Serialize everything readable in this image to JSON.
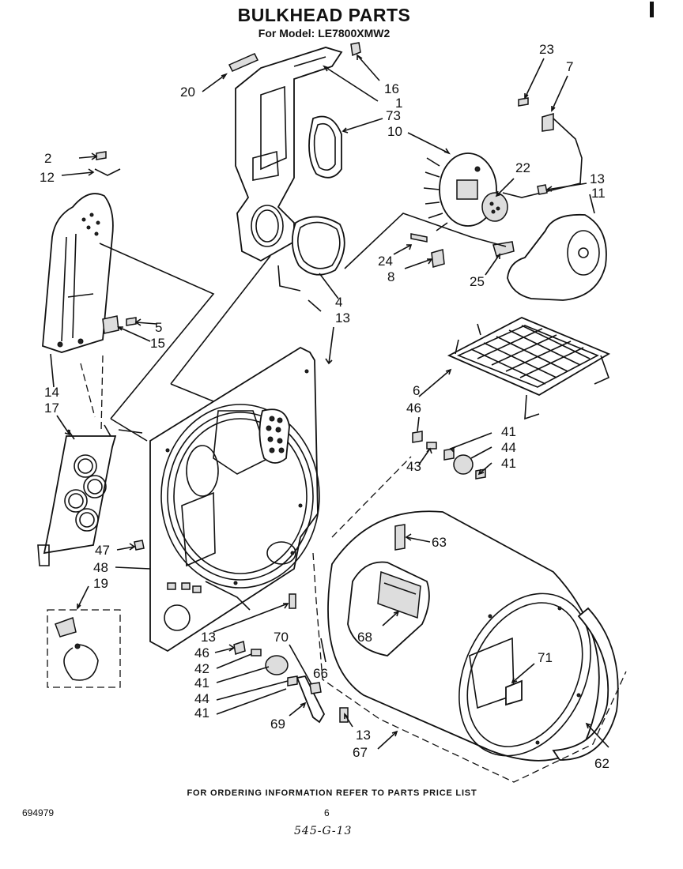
{
  "header": {
    "title": "BULKHEAD PARTS",
    "subtitle": "For Model: LE7800XMW2"
  },
  "footer": {
    "ordering_note": "FOR ORDERING INFORMATION REFER TO PARTS PRICE LIST",
    "document_number": "694979",
    "page_number": "6",
    "handwritten_note": "545-G-13"
  },
  "callouts": {
    "c1": "1",
    "c2": "2",
    "c4": "4",
    "c5": "5",
    "c6": "6",
    "c7": "7",
    "c8": "8",
    "c10": "10",
    "c11": "11",
    "c12": "12",
    "c13a": "13",
    "c13b": "13",
    "c13c": "13",
    "c13d": "13",
    "c14": "14",
    "c15": "15",
    "c16": "16",
    "c17": "17",
    "c19": "19",
    "c20": "20",
    "c22": "22",
    "c23": "23",
    "c24": "24",
    "c25": "25",
    "c41a": "41",
    "c41b": "41",
    "c41c": "41",
    "c41d": "41",
    "c42": "42",
    "c43": "43",
    "c44a": "44",
    "c44b": "44",
    "c46a": "46",
    "c46b": "46",
    "c47": "47",
    "c48": "48",
    "c62": "62",
    "c63": "63",
    "c66": "66",
    "c67": "67",
    "c68": "68",
    "c69": "69",
    "c70": "70",
    "c71": "71",
    "c73": "73"
  }
}
